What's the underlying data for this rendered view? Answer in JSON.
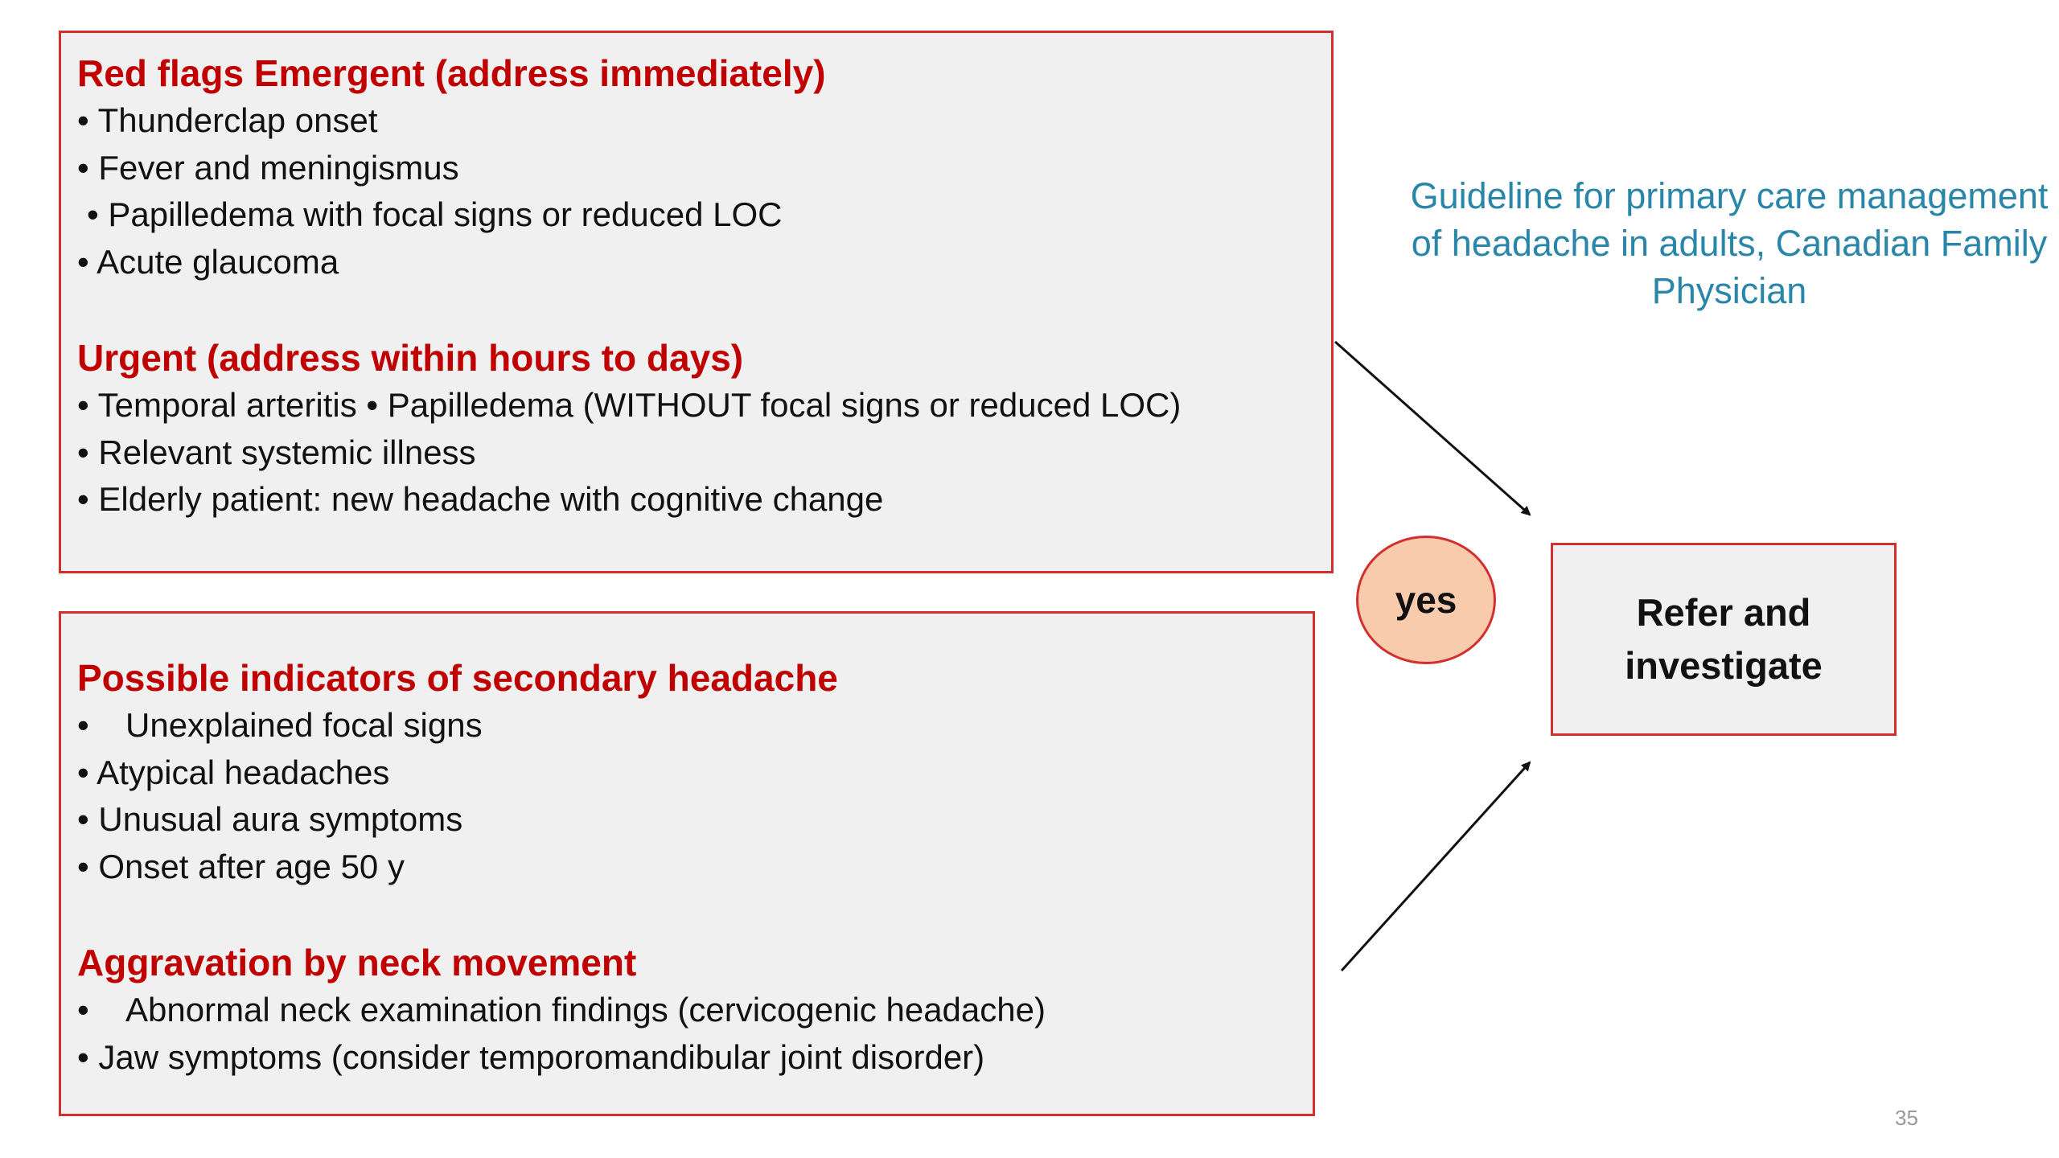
{
  "red_flags_box": {
    "emergent_heading": "Red flags Emergent (address immediately)",
    "emergent_items": [
      "Thunderclap onset",
      "Fever and meningismus",
      "Papilledema with focal signs or reduced LOC",
      "Acute glaucoma"
    ],
    "urgent_heading": "Urgent (address within hours to days)",
    "urgent_items": [
      "Temporal arteritis • Papilledema (WITHOUT focal signs or reduced LOC)",
      "Relevant systemic illness",
      "Elderly patient: new headache with cognitive change"
    ]
  },
  "secondary_box": {
    "indicators_heading": "Possible indicators of secondary headache",
    "indicators_items": [
      "Unexplained focal signs",
      "Atypical headaches",
      "Unusual aura symptoms",
      "Onset after age 50 y"
    ],
    "neck_heading": "Aggravation by neck movement",
    "neck_items": [
      "Abnormal neck examination findings (cervicogenic headache)",
      "Jaw symptoms (consider temporomandibular joint disorder)"
    ]
  },
  "bullet_char": "•",
  "decision": {
    "label": "yes"
  },
  "outcome": {
    "label": "Refer and investigate"
  },
  "citation": "Guideline for primary care management of headache in adults, Canadian Family Physician",
  "page_number": "35",
  "colors": {
    "heading_red": "#c00000",
    "box_border": "#d32f2f",
    "box_fill": "#f0f0f0",
    "citation_blue": "#2a86a8",
    "yes_fill": "#f8cbad"
  }
}
